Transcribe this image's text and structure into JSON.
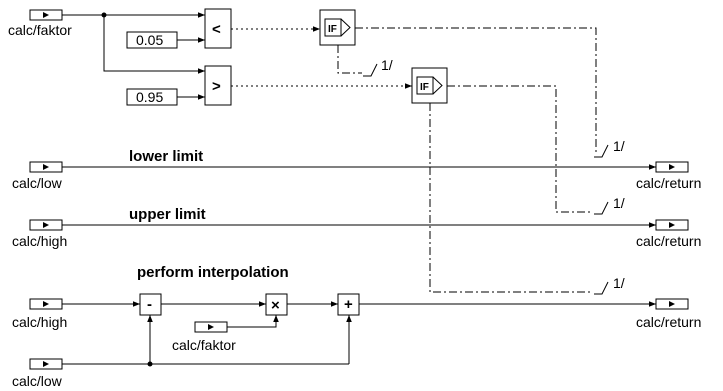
{
  "inputs": {
    "faktor": "calc/faktor",
    "low_a": "calc/low",
    "high_a": "calc/high",
    "high_b": "calc/high",
    "low_b": "calc/low",
    "faktor_b": "calc/faktor"
  },
  "outputs": {
    "return_1": "calc/return",
    "return_2": "calc/return",
    "return_3": "calc/return"
  },
  "constants": {
    "c1": "0.05",
    "c2": "0.95"
  },
  "operators": {
    "less": "<",
    "greater": ">",
    "minus": "-",
    "times": "×",
    "plus": "+"
  },
  "if_label": "IF",
  "section_labels": {
    "lower": "lower limit",
    "upper": "upper limit",
    "interp": "perform interpolation"
  },
  "sequence_labels": {
    "s1": "1/",
    "s2": "1/",
    "s3": "1/",
    "s4": "1/"
  }
}
